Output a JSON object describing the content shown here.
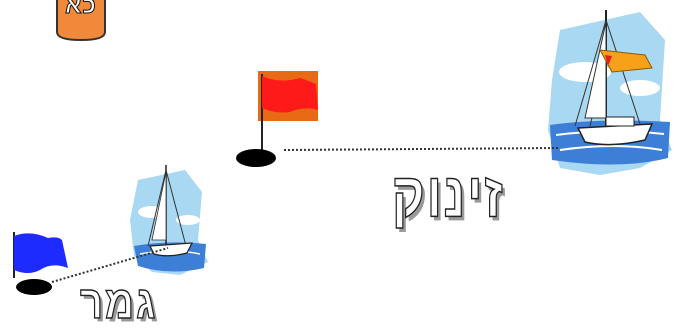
{
  "slide": {
    "badge_label": "כא",
    "start_label": "זינוק",
    "finish_label": "גמר"
  },
  "colors": {
    "start_flag": "#ff1a1a",
    "start_flag_bg": "#e86a14",
    "finish_flag": "#1d2bff",
    "buoy": "#000000",
    "sea": "#3d7fd6",
    "sky": "#a8d8f2",
    "badge_fill": "#f08a3a",
    "sail_flag": "#f7a11a"
  },
  "icons": {
    "start_flag": "red-flag-icon",
    "finish_flag": "blue-flag-icon",
    "large_boat": "sailboat-icon",
    "small_boat": "sailboat-icon",
    "buoy": "buoy-icon"
  }
}
